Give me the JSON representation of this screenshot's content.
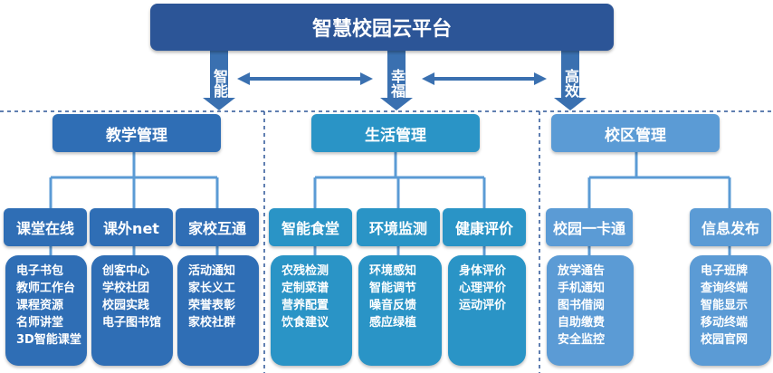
{
  "title": "智慧校园云平台",
  "values": [
    "智能",
    "幸福",
    "高效"
  ],
  "columns": [
    {
      "name": "教学管理",
      "subs": [
        {
          "name": "课堂在线",
          "items": [
            "电子书包",
            "教师工作台",
            "课程资源",
            "名师讲堂",
            "3D智能课堂"
          ]
        },
        {
          "name": "课外net",
          "items": [
            "创客中心",
            "学校社团",
            "校园实践",
            "电子图书馆"
          ]
        },
        {
          "name": "家校互通",
          "items": [
            "活动通知",
            "家长义工",
            "荣誉表彰",
            "家校社群"
          ]
        }
      ]
    },
    {
      "name": "生活管理",
      "subs": [
        {
          "name": "智能食堂",
          "items": [
            "农残检测",
            "定制菜谱",
            "营养配置",
            "饮食建议"
          ]
        },
        {
          "name": "环境监测",
          "items": [
            "环境感知",
            "智能调节",
            "噪音反馈",
            "感应绿植"
          ]
        },
        {
          "name": "健康评价",
          "items": [
            "身体评价",
            "心理评价",
            "运动评价"
          ]
        }
      ]
    },
    {
      "name": "校区管理",
      "subs": [
        {
          "name": "校园一卡通",
          "items": [
            "放学通告",
            "手机通知",
            "图书借阅",
            "自助缴费",
            "安全监控"
          ]
        },
        {
          "name": "信息发布",
          "items": [
            "电子班牌",
            "查询终端",
            "智能显示",
            "移动终端",
            "校园官网"
          ]
        }
      ]
    }
  ],
  "colors": {
    "title_bg": "#2c5597",
    "teaching": "#2f6eb5",
    "life": "#2a94c6",
    "campus": "#5b9bd5",
    "arrow": "#3a70b0",
    "connector": "#5b9bd5",
    "dashed": "#2c5597"
  }
}
